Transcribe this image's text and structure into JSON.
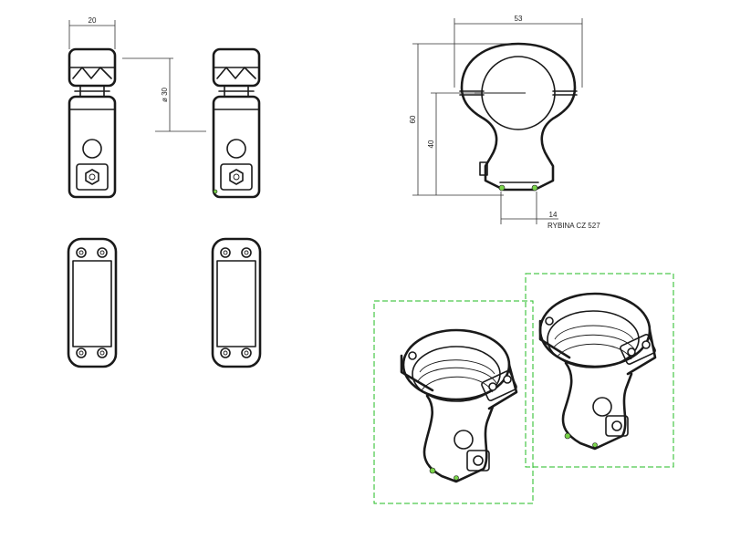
{
  "dimensions": {
    "top_width": "20",
    "diameter": "ø 30",
    "overall_width": "53",
    "overall_height": "60",
    "center_height": "40",
    "base_width": "14"
  },
  "caption": "RYBINA CZ 527",
  "colors": {
    "line": "#1a1a1a",
    "box_dash": "#22bb22",
    "accent_green": "#7ad44a"
  }
}
